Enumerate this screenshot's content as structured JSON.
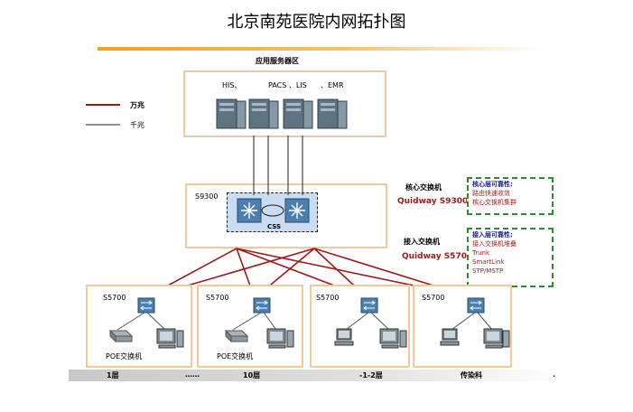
{
  "title": "北京南苑医院内网拓扑图",
  "legend": {
    "items": [
      {
        "label": "万兆",
        "color": "#a01818"
      },
      {
        "label": "千兆",
        "color": "#222222"
      }
    ]
  },
  "app_zone": {
    "label": "应用服务器区",
    "servers_label_1": "HIS、",
    "servers_label_2": "PACS 、LIS",
    "servers_label_3": "、EMR"
  },
  "core": {
    "label": "S9300",
    "cluster_label": "CSS",
    "title": "核心交换机",
    "model": "Quidway S9300",
    "info": {
      "heading": "核心层可靠性:",
      "lines": [
        "路由快速收敛",
        "核心交换机集群"
      ]
    }
  },
  "access": {
    "title": "接入交换机",
    "model": "Quidway S5700",
    "info": {
      "heading": "接入层可靠性:",
      "lines": [
        "接入交换机堆叠",
        "Trunk",
        "SmartLink",
        "STP/MSTP"
      ]
    }
  },
  "groups": [
    {
      "label": "S5700",
      "poe_label": "POE交换机"
    },
    {
      "label": "S5700",
      "poe_label": "POE交换机"
    },
    {
      "label": "S5700",
      "poe_label": ""
    },
    {
      "label": "S5700",
      "poe_label": ""
    }
  ],
  "floors": {
    "f1": "1层",
    "dots": "……",
    "f10": "10层",
    "fb": "-1-2层",
    "ward": "传染科",
    "dot": "."
  },
  "colors": {
    "zone_border": "#f2c99a",
    "link_10g": "#a01818",
    "link_1g": "#222222",
    "reliability_border": "#2e8b2e"
  }
}
